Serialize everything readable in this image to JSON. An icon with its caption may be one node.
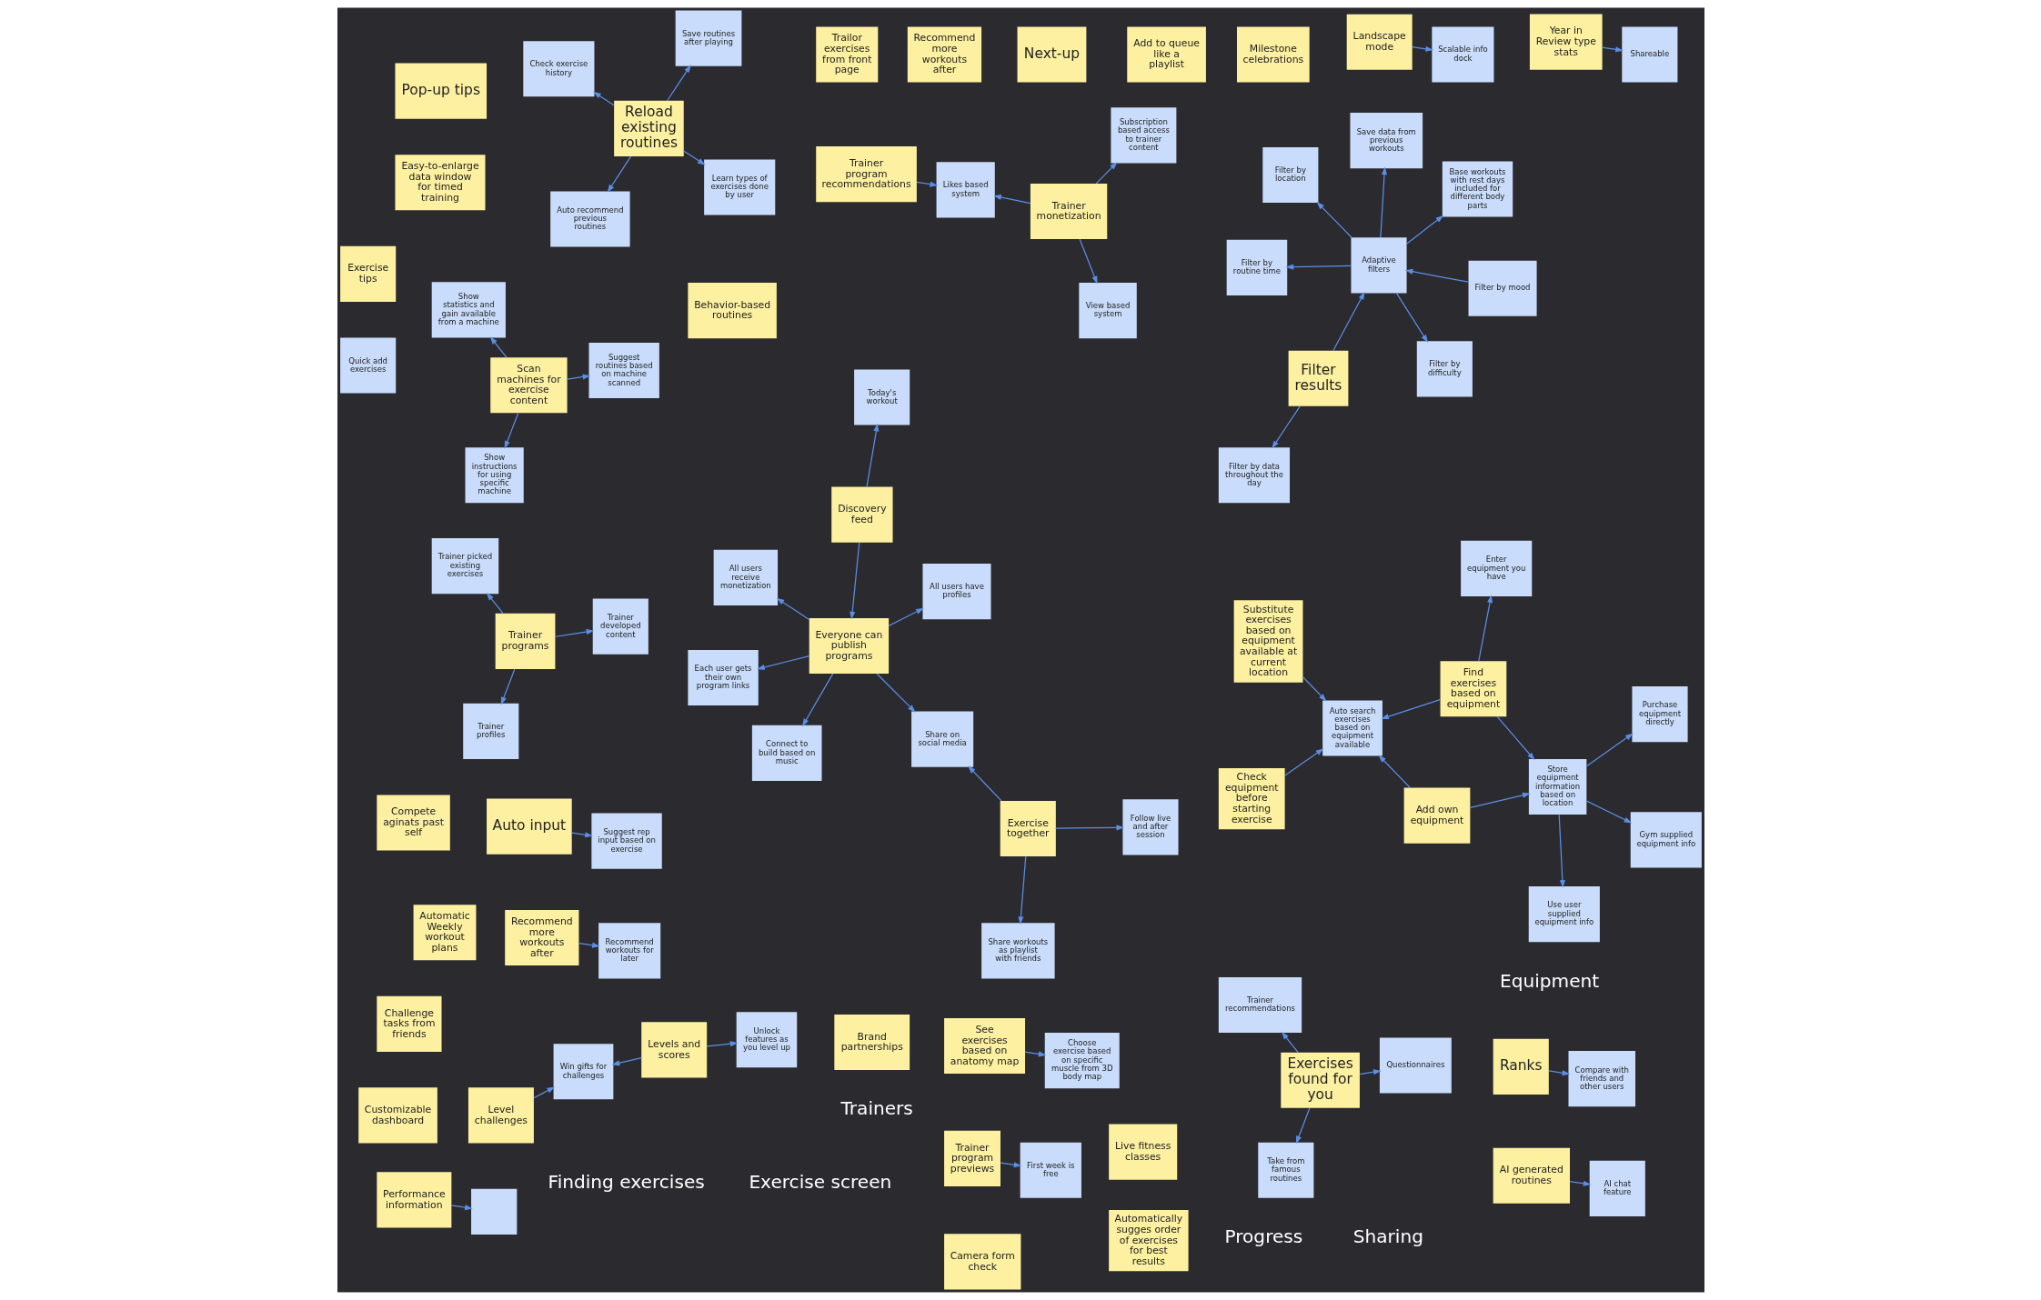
{
  "diagram": {
    "nodes": [
      {
        "text": [
          "Filter by data throughout the day"
        ]
      },
      {
        "text": [
          "Filter by mood"
        ]
      },
      {
        "text": [
          "Filter by difficulty"
        ]
      },
      {
        "text": [
          "Save data from previous workouts"
        ]
      },
      {
        "text": [
          "Base workouts with rest days included for different body parts"
        ]
      },
      {
        "text": [
          "Filter by location"
        ]
      },
      {
        "text": [
          "Filter by routine time"
        ]
      },
      {
        "text": [
          "Behavior-based routines"
        ]
      },
      {
        "text": [
          "Filter results"
        ]
      },
      {
        "text": [
          "Adaptive filters"
        ]
      },
      {
        "text": [
          "Exercises found for you"
        ]
      },
      {
        "text": [
          "Questionnaires"
        ]
      },
      {
        "text": [
          "Take from famous routines"
        ]
      },
      {
        "text": [
          "Trainer recommendations"
        ]
      },
      {
        "text": [
          "Substitute exercises based on equipment available at current location"
        ]
      },
      {
        "text": [
          "Reload existing routines"
        ]
      },
      {
        "text": [
          "Learn types of exercises done by user"
        ]
      },
      {
        "text": [
          "Auto recommend previous routines"
        ]
      },
      {
        "text": [
          "Find exercises based on equipment"
        ]
      },
      {
        "text": [
          "Check equipment before starting exercise"
        ]
      },
      {
        "text": [
          "Check exercise history"
        ]
      },
      {
        "text": [
          "Save routines after playing"
        ]
      },
      {
        "text": [
          "Add own equipment"
        ]
      },
      {
        "text": [
          "Auto search exercises based on equipment available"
        ]
      },
      {
        "text": [
          "Enter equipment you have"
        ]
      },
      {
        "text": [
          "Scan machines for exercise content"
        ]
      },
      {
        "text": [
          "Store equipment information based on location"
        ]
      },
      {
        "text": [
          "Purchase equipment directly"
        ]
      },
      {
        "text": [
          "Gym supplied equipment info"
        ]
      },
      {
        "text": [
          "Suggest routines based on machine scanned"
        ]
      },
      {
        "text": [
          "Show instructions for using specific machine"
        ]
      },
      {
        "text": [
          "Show statistics and gain available from a machine"
        ]
      },
      {
        "text": [
          "Use user supplied equipment info"
        ]
      },
      {
        "text": [
          "Trainer programs"
        ]
      },
      {
        "text": [
          "Trainer developed content"
        ]
      },
      {
        "text": [
          "Trainer profiles"
        ]
      },
      {
        "text": [
          "Trainer picked existing exercises"
        ]
      },
      {
        "text": [
          "Trainer program recommendations"
        ]
      },
      {
        "text": [
          "Trainer program previews"
        ]
      },
      {
        "text": [
          "First week is free"
        ]
      },
      {
        "text": [
          "Trainer monetization"
        ]
      },
      {
        "text": [
          "View based system"
        ]
      },
      {
        "text": [
          "Likes based system"
        ]
      },
      {
        "text": [
          "Subscription based access to trainer content"
        ]
      },
      {
        "text": [
          "Brand partnerships"
        ]
      },
      {
        "text": [
          "Pop-up tips"
        ]
      },
      {
        "text": [
          "Live fitness classes"
        ]
      },
      {
        "text": [
          "Trailor exercises from front page"
        ]
      },
      {
        "text": [
          "See exercises based on anatomy map"
        ]
      },
      {
        "text": [
          "Choose exercise based on specific muscle from 3D body map"
        ]
      },
      {
        "text": [
          "Automatic Weekly workout plans"
        ]
      },
      {
        "text": [
          "Discovery feed"
        ]
      },
      {
        "text": [
          "Today's workout"
        ]
      },
      {
        "text": [
          "AI generated routines"
        ]
      },
      {
        "text": [
          "AI chat feature"
        ]
      },
      {
        "text": [
          "Levels and scores"
        ]
      },
      {
        "text": [
          "Unlock features as you level up"
        ]
      },
      {
        "text": [
          "Compete aginats past self"
        ]
      },
      {
        "text": [
          "Level challenges"
        ]
      },
      {
        "text": [
          "Win gifts for challenges"
        ]
      },
      {
        "text": [
          "Milestone celebrations"
        ]
      },
      {
        "text": [
          "Ranks"
        ]
      },
      {
        "text": [
          "Compare with friends and other users"
        ]
      },
      {
        "text": [
          "Connect to build based on music"
        ]
      },
      {
        "text": [
          "Share on social media"
        ]
      },
      {
        "text": [
          "Challenge tasks from friends"
        ]
      },
      {
        "text": [
          "Everyone can publish programs"
        ]
      },
      {
        "text": [
          "All users receive monetization"
        ]
      },
      {
        "text": [
          "Each user gets their own program links"
        ]
      },
      {
        "text": [
          "All users have profiles"
        ]
      },
      {
        "text": [
          "Exercise together"
        ]
      },
      {
        "text": [
          "Follow live and after session"
        ]
      },
      {
        "text": [
          "Year in Review type stats"
        ]
      },
      {
        "text": [
          "Shareable"
        ]
      },
      {
        "text": [
          "Share workouts as playlist with friends"
        ]
      },
      {
        "text": [
          "Exercise tips"
        ]
      },
      {
        "text": [
          "Performance information"
        ]
      },
      {
        "text": [
          "Add to queue like a playlist"
        ]
      },
      {
        "text": [
          "Auto input"
        ]
      },
      {
        "text": [
          "Landscape mode"
        ]
      },
      {
        "text": [
          "Next-up"
        ]
      },
      {
        "text": [
          "Recommend more workouts after"
        ]
      },
      {
        "text": [
          "Recommend more workouts after"
        ]
      },
      {
        "text": [],
        "shape": "box"
      },
      {
        "text": [
          "Quick add exercises"
        ]
      },
      {
        "text": [
          "Suggest rep input based on exercise"
        ]
      },
      {
        "text": [
          "Easy-to-enlarge data window for timed training"
        ]
      },
      {
        "text": [
          "Recommend workouts for later"
        ]
      },
      {
        "text": [
          "Customizable dashboard"
        ]
      },
      {
        "text": [
          "Automatically sugges order of exercises for best results"
        ]
      },
      {
        "text": [
          "Camera form check"
        ]
      },
      {
        "text": [
          "Scalable info dock"
        ]
      }
    ],
    "edges": [
      {
        "from": 8,
        "to": 0,
        "arrow": "to"
      },
      {
        "from": 1,
        "to": 9,
        "arrow": "to"
      },
      {
        "from": 8,
        "to": 9,
        "arrow": "to"
      },
      {
        "from": 9,
        "to": 2,
        "arrow": "to"
      },
      {
        "from": 9,
        "to": 5,
        "arrow": "to"
      },
      {
        "from": 9,
        "to": 3,
        "arrow": "to"
      },
      {
        "from": 9,
        "to": 4,
        "arrow": "to"
      },
      {
        "from": 9,
        "to": 6,
        "arrow": "to"
      },
      {
        "from": 10,
        "to": 11,
        "arrow": "to"
      },
      {
        "from": 10,
        "to": 12,
        "arrow": "to"
      },
      {
        "from": 10,
        "to": 13,
        "arrow": "to"
      },
      {
        "from": 15,
        "to": 16,
        "arrow": "to"
      },
      {
        "from": 15,
        "to": 17,
        "arrow": "to"
      },
      {
        "from": 15,
        "to": 20,
        "arrow": "to"
      },
      {
        "from": 15,
        "to": 21,
        "arrow": "to"
      },
      {
        "from": 18,
        "to": 23,
        "arrow": "to"
      },
      {
        "from": 18,
        "to": 26,
        "arrow": "to"
      },
      {
        "from": 18,
        "to": 24,
        "arrow": "to"
      },
      {
        "from": 19,
        "to": 23,
        "arrow": "to"
      },
      {
        "from": 14,
        "to": 23,
        "arrow": "to"
      },
      {
        "from": 22,
        "to": 23,
        "arrow": "to"
      },
      {
        "from": 22,
        "to": 26,
        "arrow": "to"
      },
      {
        "from": 25,
        "to": 29,
        "arrow": "to"
      },
      {
        "from": 25,
        "to": 30,
        "arrow": "to"
      },
      {
        "from": 25,
        "to": 31,
        "arrow": "to"
      },
      {
        "from": 26,
        "to": 27,
        "arrow": "to"
      },
      {
        "from": 26,
        "to": 28,
        "arrow": "to"
      },
      {
        "from": 26,
        "to": 32,
        "arrow": "to"
      },
      {
        "from": 33,
        "to": 34,
        "arrow": "to"
      },
      {
        "from": 33,
        "to": 35,
        "arrow": "to"
      },
      {
        "from": 33,
        "to": 36,
        "arrow": "to"
      },
      {
        "from": 38,
        "to": 39,
        "arrow": "to"
      },
      {
        "from": 40,
        "to": 41,
        "arrow": "to"
      },
      {
        "from": 40,
        "to": 42,
        "arrow": "to"
      },
      {
        "from": 40,
        "to": 43,
        "arrow": "to"
      },
      {
        "from": 37,
        "to": 42,
        "arrow": "to"
      },
      {
        "from": 48,
        "to": 49,
        "arrow": "to"
      },
      {
        "from": 51,
        "to": 52,
        "arrow": "to"
      },
      {
        "from": 53,
        "to": 54,
        "arrow": "to"
      },
      {
        "from": 55,
        "to": 56,
        "arrow": "to"
      },
      {
        "from": 55,
        "to": 59,
        "arrow": "to"
      },
      {
        "from": 58,
        "to": 59,
        "arrow": "to"
      },
      {
        "from": 61,
        "to": 62,
        "arrow": "to"
      },
      {
        "from": 51,
        "to": 66,
        "arrow": "to"
      },
      {
        "from": 66,
        "to": 63,
        "arrow": "to"
      },
      {
        "from": 66,
        "to": 64,
        "arrow": "to"
      },
      {
        "from": 66,
        "to": 67,
        "arrow": "to"
      },
      {
        "from": 66,
        "to": 68,
        "arrow": "to"
      },
      {
        "from": 66,
        "to": 69,
        "arrow": "to"
      },
      {
        "from": 70,
        "to": 64,
        "arrow": "to"
      },
      {
        "from": 70,
        "to": 71,
        "arrow": "to"
      },
      {
        "from": 70,
        "to": 74,
        "arrow": "to"
      },
      {
        "from": 72,
        "to": 73,
        "arrow": "to"
      },
      {
        "from": 76,
        "to": 83,
        "arrow": "to"
      },
      {
        "from": 78,
        "to": 85,
        "arrow": "to"
      },
      {
        "from": 79,
        "to": 91,
        "arrow": "to"
      },
      {
        "from": 81,
        "to": 87,
        "arrow": "to"
      }
    ],
    "labels": [
      "Finding exercises",
      "Progress",
      "Equipment",
      "Trainers",
      "Sharing",
      "Exercise screen"
    ]
  }
}
